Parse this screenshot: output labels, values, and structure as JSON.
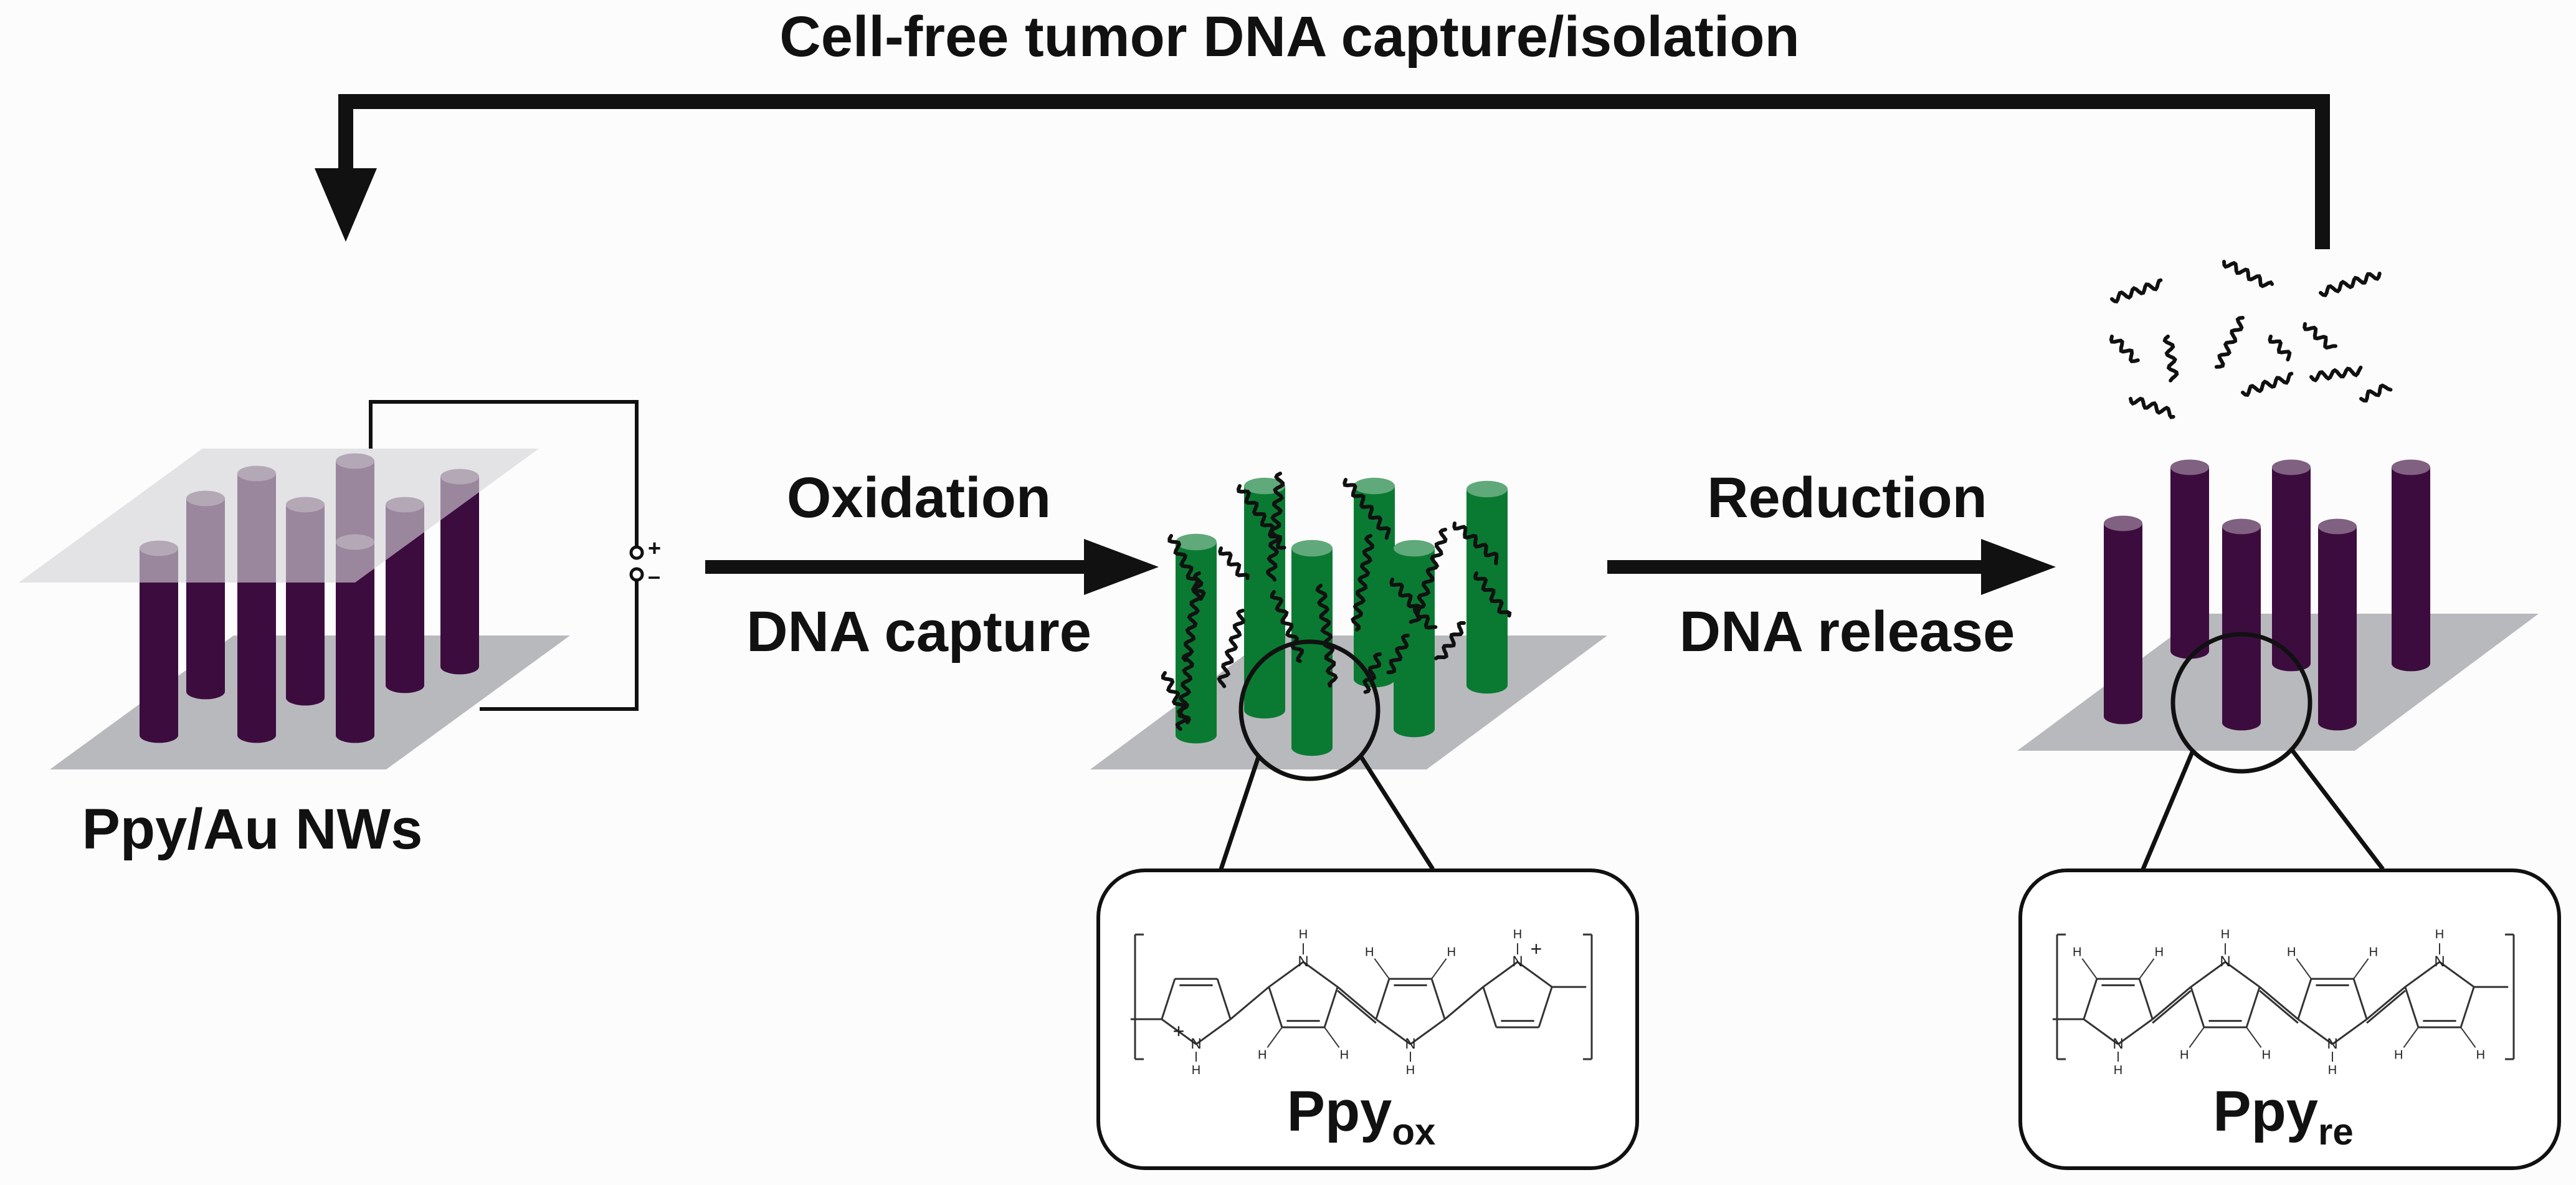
{
  "title": "Cell-free tumor DNA capture/isolation",
  "steps": {
    "oxidation": "Oxidation",
    "capture": "DNA capture",
    "reduction": "Reduction",
    "release": "DNA release"
  },
  "device_label": "Ppy/Au NWs",
  "terminals": {
    "plus": "+",
    "minus": "–"
  },
  "structures": {
    "oxidized": {
      "base": "Ppy",
      "sub": "ox"
    },
    "reduced": {
      "base": "Ppy",
      "sub": "re"
    }
  },
  "atoms": {
    "nitrogen": "N",
    "hydrogen": "H",
    "charge": "+"
  },
  "colors": {
    "nanowire_reduced": "#3d0c3f",
    "nanowire_oxidized": "#0a7a32",
    "substrate": "#b8b9bd",
    "glass": "#d3d4d8",
    "dna": "#111111"
  }
}
